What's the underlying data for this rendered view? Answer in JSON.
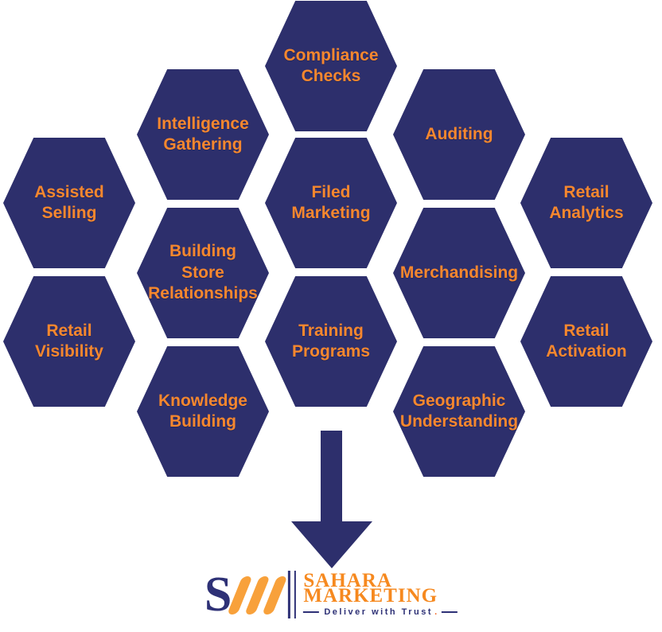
{
  "colors": {
    "background": "#ffffff",
    "hexagon_fill": "#2d2f6c",
    "hexagon_label": "#f6872e",
    "arrow": "#2d2f6c",
    "logo_navy": "#2e3176",
    "logo_orange": "#f6891f",
    "stripe_orange": "#f8a13b",
    "trust_period": "#f26522"
  },
  "hexagons": [
    {
      "id": "compliance-checks",
      "label": "Compliance\nChecks"
    },
    {
      "id": "intelligence-gathering",
      "label": "Intelligence\nGathering"
    },
    {
      "id": "auditing",
      "label": "Auditing"
    },
    {
      "id": "assisted-selling",
      "label": "Assisted\nSelling"
    },
    {
      "id": "filed-marketing",
      "label": "Filed\nMarketing"
    },
    {
      "id": "retail-analytics",
      "label": "Retail\nAnalytics"
    },
    {
      "id": "building-store-relationships",
      "label": "Building\nStore\nRelationships"
    },
    {
      "id": "merchandising",
      "label": "Merchandising"
    },
    {
      "id": "retail-visibility",
      "label": "Retail\nVisibility"
    },
    {
      "id": "training-programs",
      "label": "Training\nPrograms"
    },
    {
      "id": "retail-activation",
      "label": "Retail\nActivation"
    },
    {
      "id": "knowledge-building",
      "label": "Knowledge\nBuilding"
    },
    {
      "id": "geographic-understanding",
      "label": "Geographic\nUnderstanding"
    }
  ],
  "logo": {
    "monogram_s": "S",
    "brand_line1": "SAHARA",
    "brand_line2": "MARKETING",
    "tagline": "Deliver with Trust",
    "tagline_period": "."
  }
}
